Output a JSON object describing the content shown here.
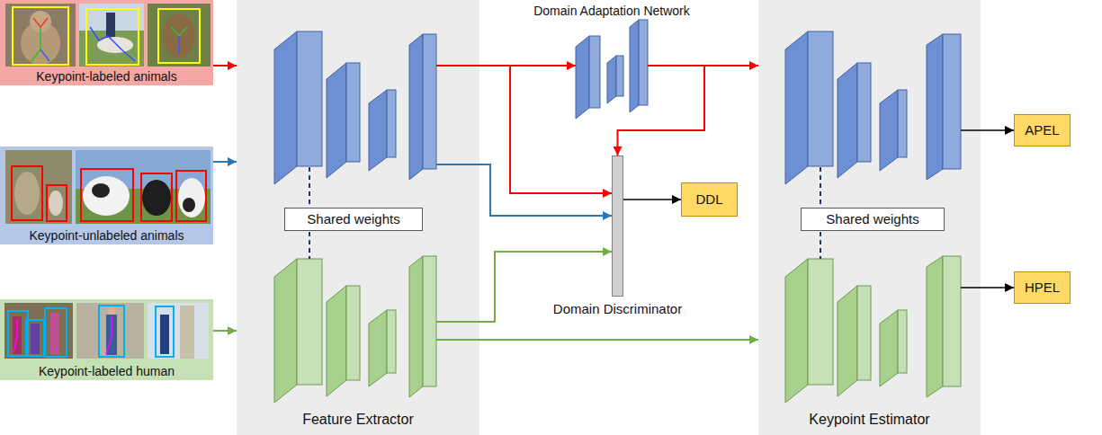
{
  "diagram": {
    "nodes": [
      {
        "text": [
          "Keypoint-labeled animals"
        ]
      },
      {
        "text": [
          "Keypoint-unlabeled animals"
        ]
      },
      {
        "text": [
          "Keypoint-labeled human"
        ]
      },
      {
        "text": [
          "Feature Extractor"
        ]
      },
      {
        "text": [
          "Shared weights"
        ],
        "in": 3
      },
      {
        "text": [
          "Domain Adaptation Network"
        ]
      },
      {
        "text": [
          "Domain Discriminator"
        ]
      },
      {
        "text": [
          "DDL"
        ]
      },
      {
        "text": [
          "Keypoint Estimator"
        ]
      },
      {
        "text": [
          "Shared weights"
        ],
        "in": 8
      },
      {
        "text": [
          "APEL"
        ]
      },
      {
        "text": [
          "HPEL"
        ]
      }
    ],
    "edges": [
      {
        "from": 0,
        "to": 3,
        "arrow": "to"
      },
      {
        "from": 1,
        "to": 3,
        "arrow": "to"
      },
      {
        "from": 2,
        "to": 3,
        "arrow": "to"
      },
      {
        "from": 3,
        "to": 5,
        "arrow": "to"
      },
      {
        "from": 3,
        "to": 6,
        "arrow": "to"
      },
      {
        "from": 3,
        "to": 6,
        "arrow": "to"
      },
      {
        "from": 3,
        "to": 6,
        "arrow": "to"
      },
      {
        "from": 5,
        "to": 8,
        "arrow": "to"
      },
      {
        "from": 5,
        "to": 6,
        "arrow": "to"
      },
      {
        "from": 3,
        "to": 8,
        "arrow": "to"
      },
      {
        "from": 6,
        "to": 7,
        "arrow": "to"
      },
      {
        "from": 8,
        "to": 10,
        "arrow": "to"
      },
      {
        "from": 8,
        "to": 11,
        "arrow": "to"
      }
    ]
  }
}
